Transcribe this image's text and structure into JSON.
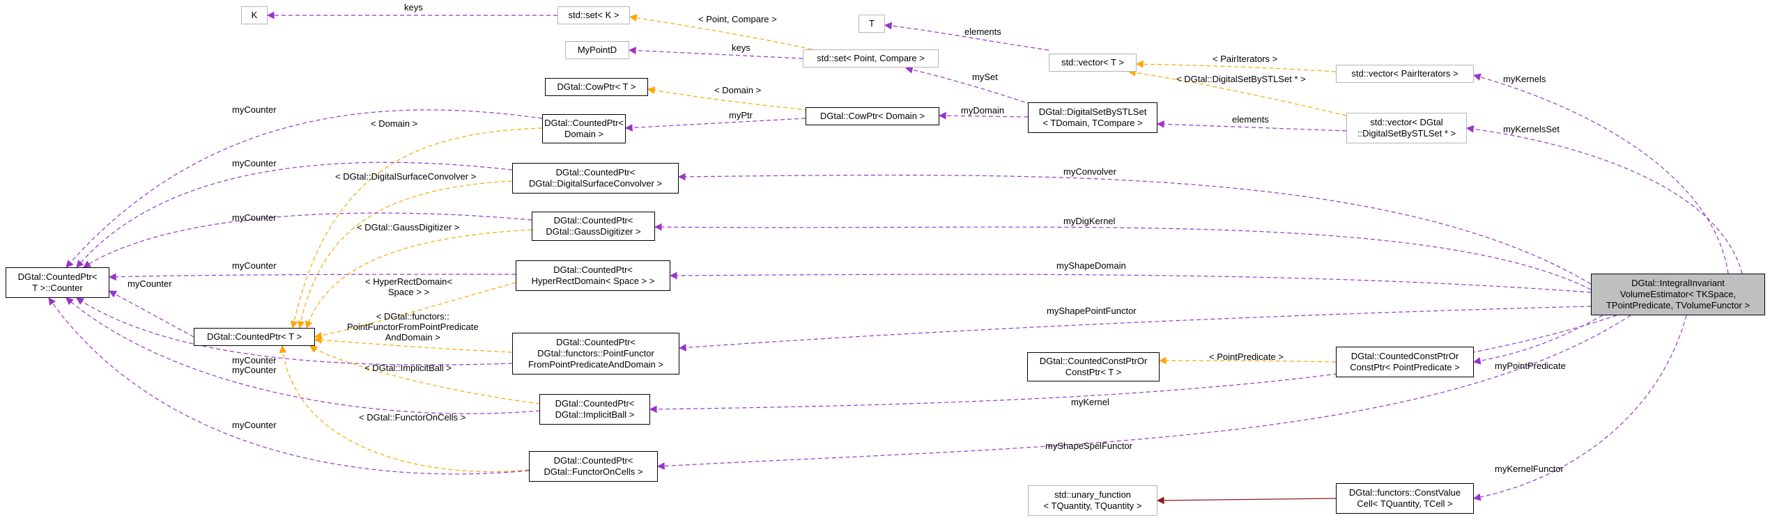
{
  "nodes": {
    "k": "K",
    "set_k": "std::set< K >",
    "t": "T",
    "vector_t": "std::vector< T >",
    "vector_pairit": "std::vector< PairIterators >",
    "mypointd": "MyPointD",
    "set_point": "std::set< Point, Compare >",
    "cowptr_t": "DGtal::CowPtr< T >",
    "counted_domain": "DGtal::CountedPtr<\nDomain >",
    "cowptr_domain": "DGtal::CowPtr< Domain >",
    "digitalset": "DGtal::DigitalSetBySTLSet\n< TDomain, TCompare >",
    "vector_dset": "std::vector< DGtal\n::DigitalSetBySTLSet * >",
    "counted_convolver": "DGtal::CountedPtr<\nDGtal::DigitalSurfaceConvolver >",
    "counted_gauss": "DGtal::CountedPtr<\nDGtal::GaussDigitizer >",
    "counter": "DGtal::CountedPtr<\nT >::Counter",
    "counted_t": "DGtal::CountedPtr< T >",
    "counted_hyper": "DGtal::CountedPtr<\nHyperRectDomain< Space > >",
    "counted_pointfunctor": "DGtal::CountedPtr<\nDGtal::functors::PointFunctor\nFromPointPredicateAndDomain >",
    "countedconst_t": "DGtal::CountedConstPtrOr\nConstPtr< T >",
    "countedconst_pred": "DGtal::CountedConstPtrOr\nConstPtr< PointPredicate >",
    "counted_ball": "DGtal::CountedPtr<\nDGtal::ImplicitBall >",
    "counted_cells": "DGtal::CountedPtr<\nDGtal::FunctorOnCells >",
    "unary": "std::unary_function\n< TQuantity, TQuantity >",
    "constvalue": "DGtal::functors::ConstValue\nCell< TQuantity, TCell >",
    "main": "DGtal::IntegralInvariant\nVolumeEstimator< TKSpace,\nTPointPredicate, TVolumeFunctor >"
  },
  "edges": [
    {
      "label": "keys"
    },
    {
      "label": "< Point, Compare >"
    },
    {
      "label": "keys"
    },
    {
      "label": "elements"
    },
    {
      "label": "< PairIterators >"
    },
    {
      "label": "< DGtal::DigitalSetBySTLSet * >"
    },
    {
      "label": "myKernels"
    },
    {
      "label": "< Domain >"
    },
    {
      "label": "mySet"
    },
    {
      "label": "myPtr"
    },
    {
      "label": "myDomain"
    },
    {
      "label": "elements"
    },
    {
      "label": "myKernelsSet"
    },
    {
      "label": "< Domain >"
    },
    {
      "label": "myCounter"
    },
    {
      "label": "myCounter"
    },
    {
      "label": "< DGtal::DigitalSurfaceConvolver >"
    },
    {
      "label": "myConvolver"
    },
    {
      "label": "myCounter"
    },
    {
      "label": "< DGtal::GaussDigitizer >"
    },
    {
      "label": "myDigKernel"
    },
    {
      "label": "myCounter"
    },
    {
      "label": "myShapeDomain"
    },
    {
      "label": "myCounter"
    },
    {
      "label": "< HyperRectDomain<\nSpace > >"
    },
    {
      "label": "< DGtal::functors::\nPointFunctorFromPointPredicate\nAndDomain >"
    },
    {
      "label": "myShapePointFunctor"
    },
    {
      "label": "myCounter"
    },
    {
      "label": "< DGtal::ImplicitBall >"
    },
    {
      "label": "< PointPredicate >"
    },
    {
      "label": "myPointPredicate"
    },
    {
      "label": "myCounter"
    },
    {
      "label": "< DGtal::FunctorOnCells >"
    },
    {
      "label": "myKernel"
    },
    {
      "label": "myCounter"
    },
    {
      "label": "myShapeSpelFunctor"
    },
    {
      "label": "myKernelFunctor"
    },
    {
      "label": ""
    }
  ],
  "colors": {
    "member": "#9a32cd",
    "template": "#ffa500",
    "inherit": "#8b1a1a",
    "node_border": "#000000",
    "node_gray_border": "#b5b5b5",
    "focus_fill": "#bfbfbf"
  }
}
